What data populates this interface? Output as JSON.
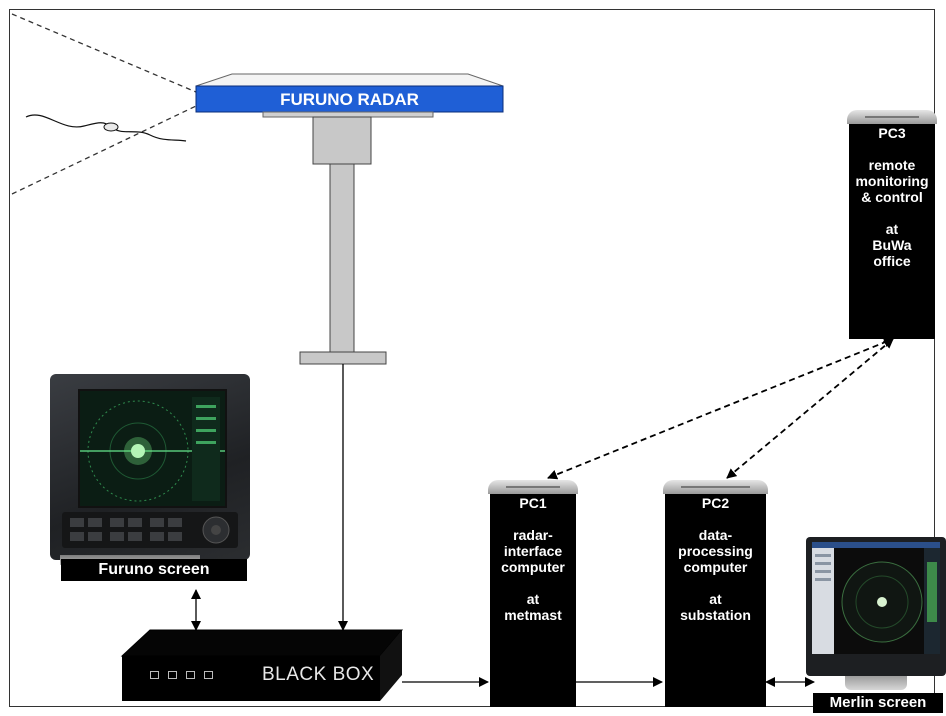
{
  "radar": {
    "title": "FURUNO RADAR"
  },
  "furuno_screen": {
    "label": "Furuno screen"
  },
  "black_box": {
    "label": "BLACK BOX"
  },
  "pc1": {
    "name": "PC1",
    "lines": [
      "radar-",
      "interface",
      "computer",
      "",
      "at",
      "metmast"
    ]
  },
  "pc2": {
    "name": "PC2",
    "lines": [
      "data-",
      "processing",
      "computer",
      "",
      "at",
      "substation"
    ]
  },
  "pc3": {
    "name": "PC3",
    "lines": [
      "remote",
      "monitoring",
      "& control",
      "",
      "at",
      "BuWa",
      "office"
    ]
  },
  "merlin_screen": {
    "label": "Merlin screen"
  },
  "colors": {
    "radar_blue": "#1f5fd6",
    "mast_gray": "#c8c8c8",
    "pc_black": "#000000"
  }
}
